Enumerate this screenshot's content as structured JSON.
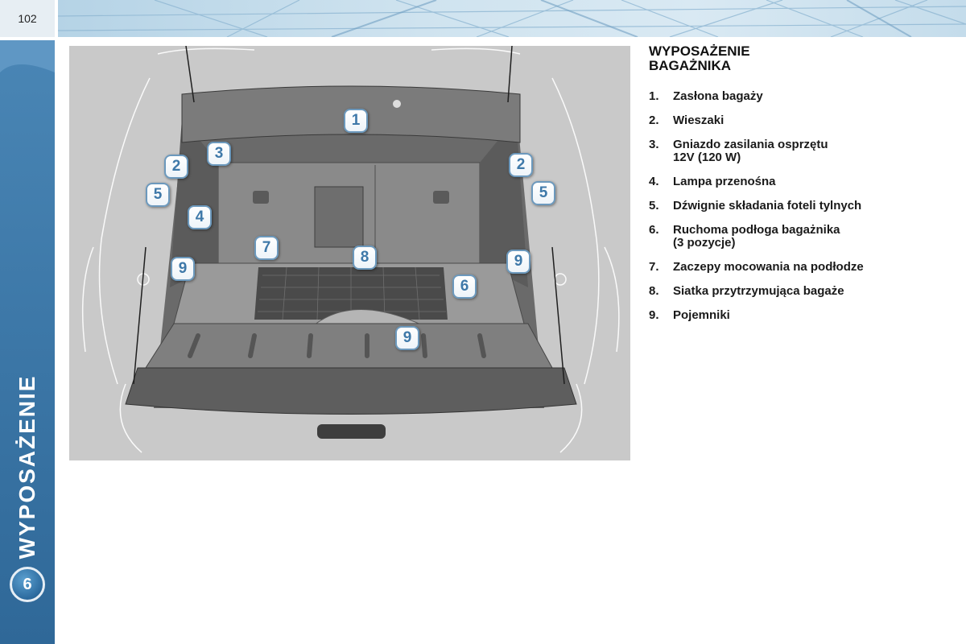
{
  "page": {
    "number": "102"
  },
  "sidebar": {
    "section_title": "WYPOSAŻENIE",
    "chapter_number": "6"
  },
  "heading": "WYPOSAŻENIE\nBAGAŻNIKA",
  "legend": [
    {
      "num": "1.",
      "text": "Zasłona bagaży"
    },
    {
      "num": "2.",
      "text": "Wieszaki"
    },
    {
      "num": "3.",
      "text": "Gniazdo zasilania osprzętu\n12V (120 W)"
    },
    {
      "num": "4.",
      "text": "Lampa przenośna"
    },
    {
      "num": "5.",
      "text": "Dźwignie składania foteli tylnych"
    },
    {
      "num": "6.",
      "text": "Ruchoma podłoga bagażnika\n(3 pozycje)"
    },
    {
      "num": "7.",
      "text": "Zaczepy mocowania na podłodze"
    },
    {
      "num": "8.",
      "text": "Siatka przytrzymująca bagaże"
    },
    {
      "num": "9.",
      "text": "Pojemniki"
    }
  ],
  "illustration": {
    "callouts": [
      "1",
      "2",
      "3",
      "2",
      "5",
      "5",
      "4",
      "7",
      "8",
      "9",
      "9",
      "6",
      "9"
    ]
  },
  "colors": {
    "sidebar": "#3c77a7",
    "callout_text": "#3f79a9",
    "banner": "#cfe3ef"
  }
}
